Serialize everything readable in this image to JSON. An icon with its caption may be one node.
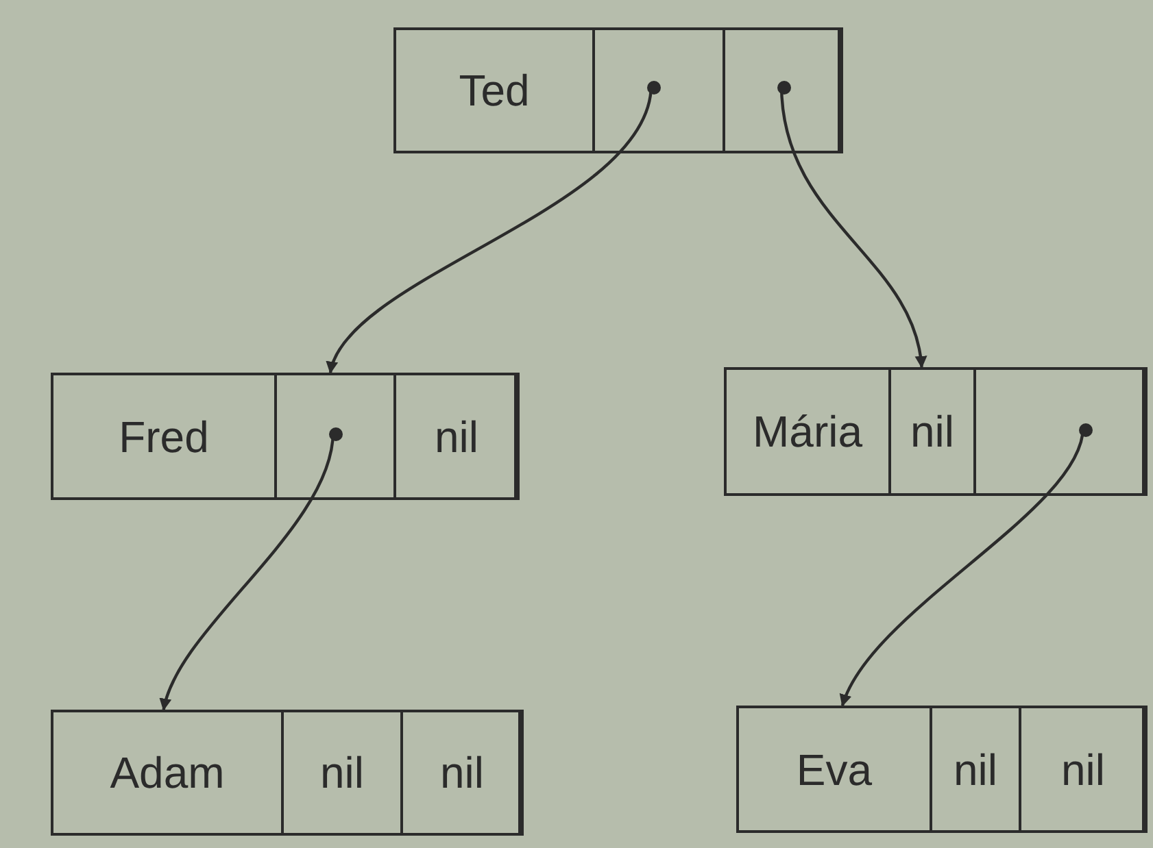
{
  "diagram": {
    "nodes": [
      {
        "text": [],
        "shape": "box"
      },
      {
        "text": [
          "Ted"
        ],
        "in": 0
      },
      {
        "text": [],
        "shape": "box",
        "in": 0
      },
      {
        "text": [],
        "shape": "box",
        "in": 0
      },
      {
        "text": [],
        "shape": "box"
      },
      {
        "text": [
          "Fred"
        ],
        "in": 4
      },
      {
        "text": [],
        "shape": "box",
        "in": 4
      },
      {
        "text": [
          "nil"
        ],
        "in": 4
      },
      {
        "text": [],
        "shape": "box"
      },
      {
        "text": [
          "Mária"
        ],
        "in": 8
      },
      {
        "text": [
          "nil"
        ],
        "in": 8
      },
      {
        "text": [],
        "shape": "box",
        "in": 8
      },
      {
        "text": [],
        "shape": "box"
      },
      {
        "text": [
          "Adam"
        ],
        "in": 12
      },
      {
        "text": [
          "nil"
        ],
        "in": 12
      },
      {
        "text": [
          "nil"
        ],
        "in": 12
      },
      {
        "text": [],
        "shape": "box"
      },
      {
        "text": [
          "Eva"
        ],
        "in": 16
      },
      {
        "text": [
          "nil"
        ],
        "in": 16
      },
      {
        "text": [
          "nil"
        ],
        "in": 16
      }
    ],
    "edges": [
      {
        "from": 2,
        "to": 4,
        "arrow": "to"
      },
      {
        "from": 3,
        "to": 8,
        "arrow": "to"
      },
      {
        "from": 6,
        "to": 12,
        "arrow": "to"
      },
      {
        "from": 11,
        "to": 16,
        "arrow": "to"
      }
    ]
  }
}
